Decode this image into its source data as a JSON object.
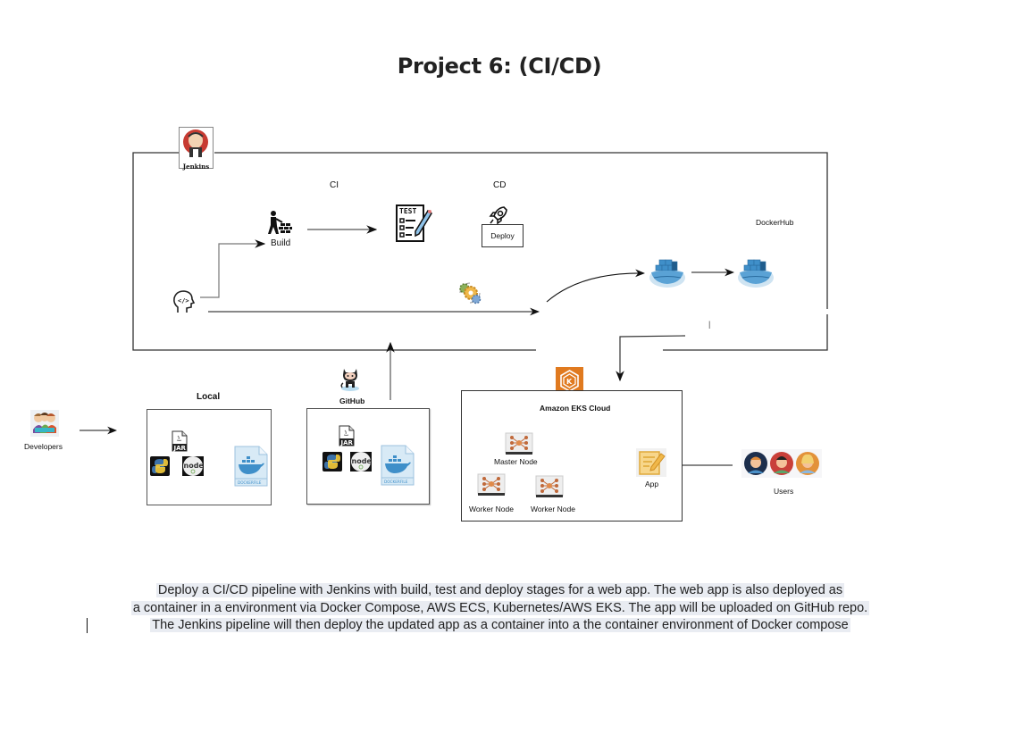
{
  "title": "Project 6: (CI/CD)",
  "jenkins": {
    "label": "Jenkins",
    "icon": "jenkins-logo-icon"
  },
  "pipeline": {
    "ci_label": "CI",
    "cd_label": "CD",
    "build_label": "Build",
    "test_label": "TEST",
    "deploy_label": "Deploy",
    "dockerhub_label": "DockerHub",
    "stray_mark": "|"
  },
  "local": {
    "title": "Local",
    "files": [
      {
        "name": "JAR",
        "icon": "jar-file-icon"
      },
      {
        "name": "Python",
        "icon": "python-icon"
      },
      {
        "name": "node",
        "icon": "nodejs-icon"
      },
      {
        "name": "DOCKERFILE",
        "icon": "dockerfile-icon"
      }
    ]
  },
  "github": {
    "title": "GitHub",
    "files": [
      {
        "name": "JAR",
        "icon": "jar-file-icon"
      },
      {
        "name": "Python",
        "icon": "python-icon"
      },
      {
        "name": "node",
        "icon": "nodejs-icon"
      },
      {
        "name": "DOCKERFILE",
        "icon": "dockerfile-icon"
      }
    ]
  },
  "developers": {
    "label": "Developers"
  },
  "eks": {
    "title": "Amazon EKS Cloud",
    "master_label": "Master Node",
    "worker_labels": [
      "Worker Node",
      "Worker Node"
    ],
    "app_label": "App"
  },
  "users": {
    "label": "Users"
  },
  "colors": {
    "docker_blue": "#3f8fc9",
    "aws_orange": "#e8862a",
    "app_gold": "#f2c66d",
    "jenkins_red": "#c73b32"
  },
  "description": [
    "Deploy a CI/CD pipeline with Jenkins with build, test and deploy stages for a web app. The web app is also deployed as",
    "a container in a environment via Docker Compose, AWS ECS, Kubernetes/AWS EKS. The app will be uploaded on GitHub repo.",
    "The Jenkins pipeline will then deploy the updated app as a container into a the container environment of Docker compose"
  ]
}
